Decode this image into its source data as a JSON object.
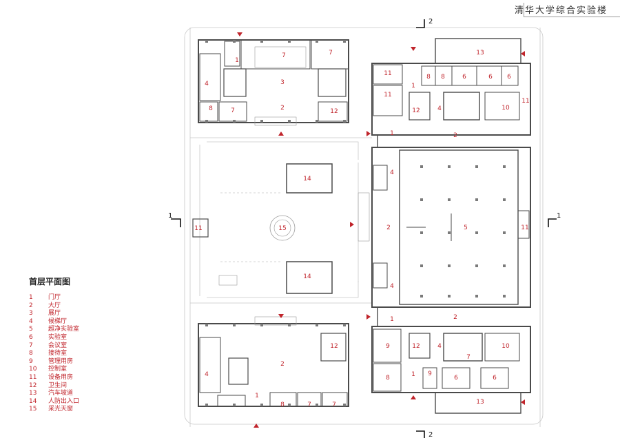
{
  "header": {
    "title": "清华大学综合实验楼"
  },
  "legend": {
    "title": "首层平面图",
    "items": [
      {
        "num": "1",
        "label": "门厅"
      },
      {
        "num": "2",
        "label": "大厅"
      },
      {
        "num": "3",
        "label": "展厅"
      },
      {
        "num": "4",
        "label": "候梯厅"
      },
      {
        "num": "5",
        "label": "超净实验室"
      },
      {
        "num": "6",
        "label": "实验室"
      },
      {
        "num": "7",
        "label": "会议室"
      },
      {
        "num": "8",
        "label": "接待室"
      },
      {
        "num": "9",
        "label": "管理用房"
      },
      {
        "num": "10",
        "label": "控制室"
      },
      {
        "num": "11",
        "label": "设备用房"
      },
      {
        "num": "12",
        "label": "卫生间"
      },
      {
        "num": "13",
        "label": "汽车坡道"
      },
      {
        "num": "14",
        "label": "人防出入口"
      },
      {
        "num": "15",
        "label": "采光天窗"
      }
    ]
  },
  "section_marks": {
    "s1_left": "1",
    "s1_right": "1",
    "s2_top": "2",
    "s2_bottom": "2"
  },
  "rooms": {
    "nw_1": "1",
    "nw_7a": "7",
    "nw_7b": "7",
    "nw_3": "3",
    "nw_4": "4",
    "nw_2": "2",
    "nw_8": "8",
    "nw_7c": "7",
    "nw_12": "12",
    "ne_13": "13",
    "ne_11a": "11",
    "ne_1": "1",
    "ne_8a": "8",
    "ne_8b": "8",
    "ne_6a": "6",
    "ne_6b": "6",
    "ne_6c": "6",
    "ne_11b": "11",
    "ne_12": "12",
    "ne_4": "4",
    "ne_10": "10",
    "ne_11c": "11",
    "ne_1b": "1",
    "ne_2": "2",
    "c_14a": "14",
    "c_15": "15",
    "c_14b": "14",
    "c_11w": "11",
    "e_4a": "4",
    "e_2": "2",
    "e_5": "5",
    "e_11": "11",
    "e_4b": "4",
    "se_1": "1",
    "se_2": "2",
    "se_9a": "9",
    "se_12": "12",
    "se_4": "4",
    "se_10": "10",
    "se_7": "7",
    "se_8": "8",
    "se_1b": "1",
    "se_9b": "9",
    "se_6a": "6",
    "se_6b": "6",
    "se_13": "13",
    "sw_2": "2",
    "sw_12": "12",
    "sw_4": "4",
    "sw_1": "1",
    "sw_8": "8",
    "sw_7a": "7",
    "sw_7b": "7"
  },
  "colors": {
    "annotation": "#c0242b",
    "wall": "#4a4a4a",
    "column": "#7a7a7a",
    "thin": "#b5b5b5"
  }
}
